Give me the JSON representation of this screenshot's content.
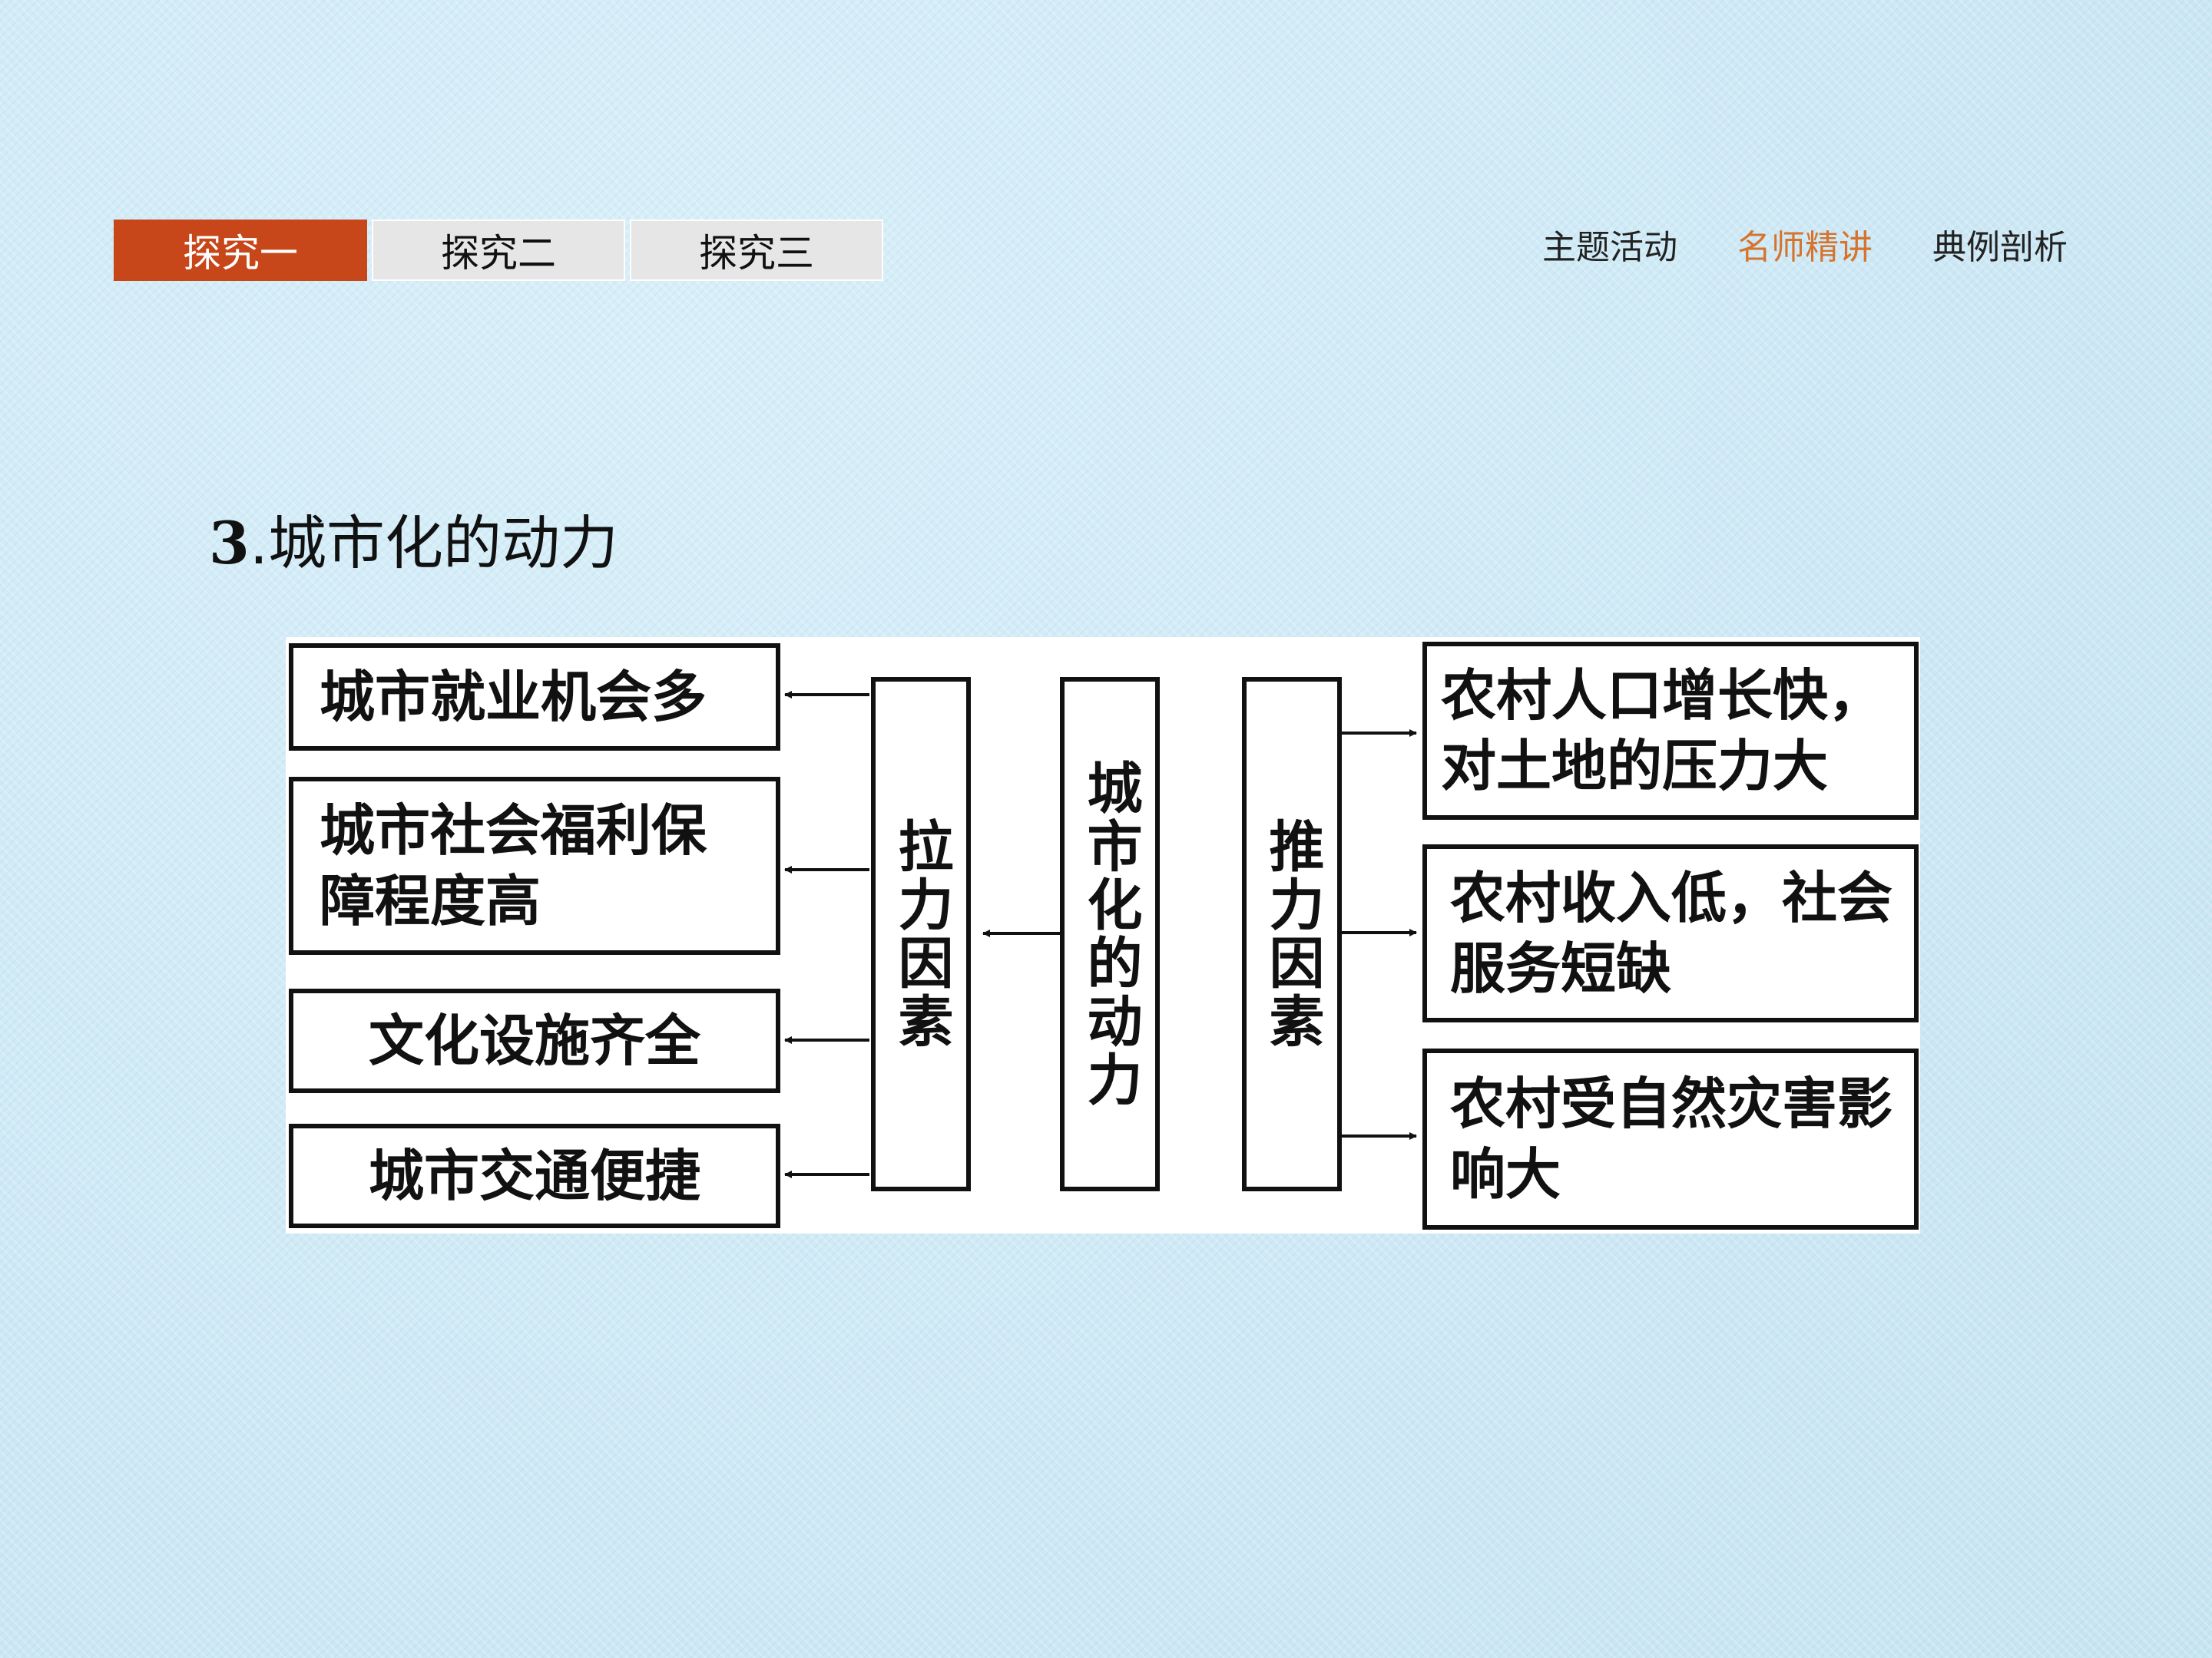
{
  "tabs": [
    {
      "label": "探究一",
      "active": true
    },
    {
      "label": "探究二",
      "active": false
    },
    {
      "label": "探究三",
      "active": false
    }
  ],
  "topnav": [
    {
      "label": "主题活动",
      "active": false
    },
    {
      "label": "名师精讲",
      "active": true
    },
    {
      "label": "典例剖析",
      "active": false
    }
  ],
  "heading": {
    "number": "3",
    "text": ".城市化的动力"
  },
  "diagram": {
    "center": "城市化的动力",
    "pull": {
      "label": "拉力因素",
      "items": [
        "城市就业机会多",
        "城市社会福利保障程度高",
        "文化设施齐全",
        "城市交通便捷"
      ]
    },
    "push": {
      "label": "推力因素",
      "items": [
        "农村人口增长快，对土地的压力大",
        "农村收入低，社会服务短缺",
        "农村受自然灾害影响大"
      ]
    }
  },
  "colors": {
    "accent": "#c7461a",
    "nav_active": "#d5742e",
    "background": "#cfe9f5"
  }
}
